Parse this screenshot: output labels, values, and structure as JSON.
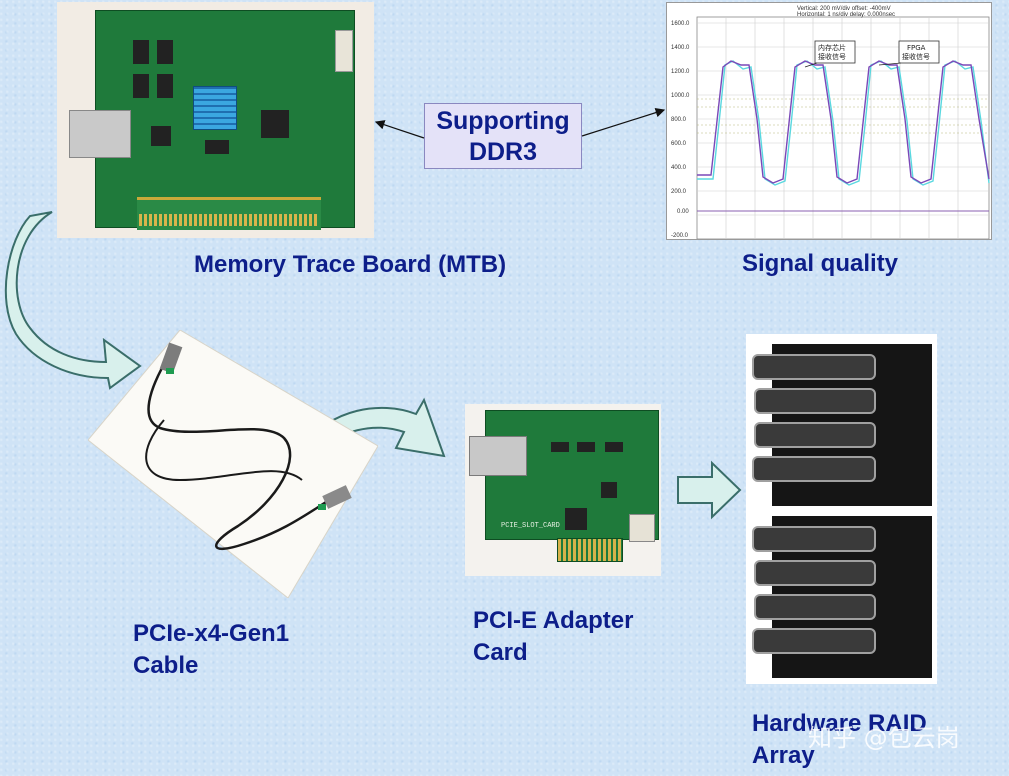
{
  "callout": {
    "line1": "Supporting",
    "line2": "DDR3"
  },
  "labels": {
    "mtb": "Memory Trace Board (MTB)",
    "signal": "Signal quality",
    "cable_line1": "PCIe-x4-Gen1",
    "cable_line2": "Cable",
    "adapter_line1": "PCI-E Adapter",
    "adapter_line2": "Card",
    "raid_line1": "Hardware RAID",
    "raid_line2": "Array"
  },
  "signal_plot": {
    "header_line1": "Vertical: 200 mV/div  offset: -400mV",
    "header_line2": "Horizontal: 1 ns/div  delay: 0.000nsec",
    "annotation_memory": [
      "内存芯片",
      "接收信号"
    ],
    "annotation_fpga": [
      "FPGA",
      "接收信号"
    ],
    "y_ticks": [
      "1600.0",
      "1400.0",
      "1200.0",
      "1000.0",
      "800.0",
      "600.0",
      "400.0",
      "200.0",
      "0.00",
      "-200.0"
    ]
  },
  "adapter_board_text": "PCIE_SLOT_CARD",
  "watermark": "知乎 @包云岗",
  "colors": {
    "label": "#0d1e8a",
    "arrow_fill": "#d8f0ec",
    "arrow_stroke": "#3a6e6a",
    "pcb": "#1f7a3b"
  }
}
